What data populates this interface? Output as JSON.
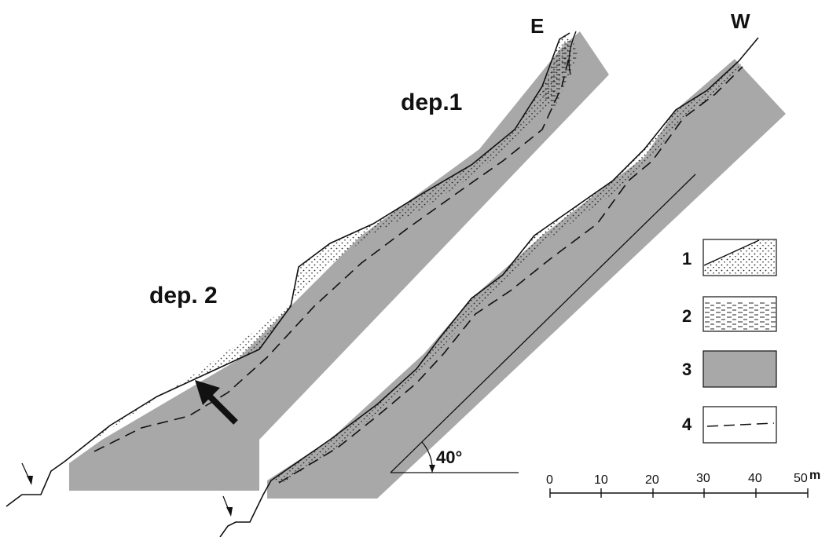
{
  "profiles": {
    "east_label": "E",
    "west_label": "W",
    "deposit_1_label": "dep.1",
    "deposit_2_label": "dep. 2"
  },
  "slope_angle": {
    "label": "40°"
  },
  "legend": {
    "items": [
      {
        "number": "1",
        "pattern": "dotted-deposit"
      },
      {
        "number": "2",
        "pattern": "dashed-lenses"
      },
      {
        "number": "3",
        "pattern": "gray-fill"
      },
      {
        "number": "4",
        "pattern": "dashed-line"
      }
    ]
  },
  "scale_bar": {
    "ticks": [
      "0",
      "10",
      "20",
      "30",
      "40",
      "50"
    ],
    "unit": "m"
  },
  "colors": {
    "bedrock_gray": "#a8a8a8",
    "line": "#111111"
  }
}
